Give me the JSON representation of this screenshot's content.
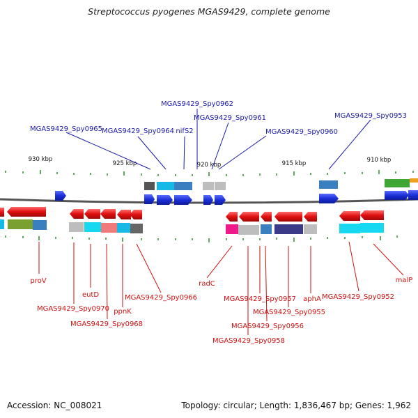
{
  "title": "Streptococcus pyogenes MGAS9429, complete genome",
  "footer": {
    "accession": "Accession: NC_008021",
    "stats": "Topology: circular; Length: 1,836,467 bp; Genes: 1,962"
  },
  "scale_labels": [
    "930 kbp",
    "925 kbp",
    "920 kbp",
    "915 kbp",
    "910 kbp"
  ],
  "top_labels": [
    "MGAS9429_Spy0962",
    "MGAS9429_Spy0961",
    "MGAS9429_Spy0965",
    "MGAS9429_Spy0964",
    "nifS2",
    "MGAS9429_Spy0960",
    "MGAS9429_Spy0953"
  ],
  "bottom_labels": [
    "proV",
    "eutD",
    "MGAS9429_Spy0970",
    "MGAS9429_Spy0968",
    "ppnK",
    "MGAS9429_Spy0966",
    "radC",
    "MGAS9429_Spy0957",
    "MGAS9429_Spy0955",
    "MGAS9429_Spy0956",
    "MGAS9429_Spy0958",
    "aphA",
    "MGAS9429_Spy0952",
    "malP"
  ],
  "colors": {
    "top_label": "#1a1aa8",
    "bottom_label": "#cc1111",
    "forward_arrow": "#1a2fd6",
    "reverse_arrow": "#e01010",
    "backbone": "#555555",
    "tick": "#2e8b2e"
  }
}
